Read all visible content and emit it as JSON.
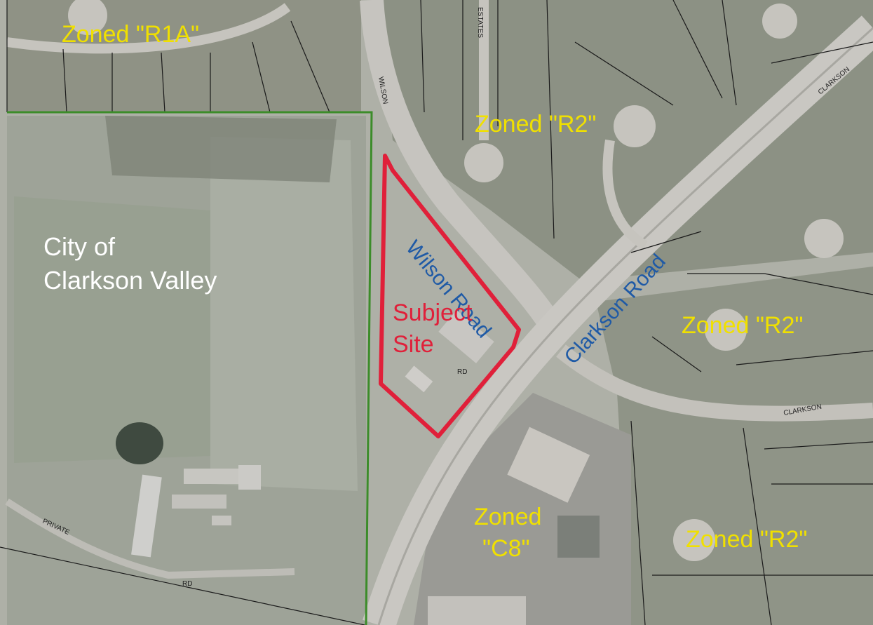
{
  "colors": {
    "zone_label": "#f0e000",
    "city_label": "#ffffff",
    "road_label": "#1f5aa6",
    "subject_outline": "#e0203a",
    "subject_label": "#e0203a",
    "city_limit_line": "#3c8c2a",
    "parcel_line": "#1a1a1a"
  },
  "labels": {
    "zone_r1a": "Zoned \"R1A\"",
    "zone_r2_top": "Zoned \"R2\"",
    "zone_r2_right": "Zoned \"R2\"",
    "zone_r2_bottom": "Zoned \"R2\"",
    "zone_c8_line1": "Zoned",
    "zone_c8_line2": "\"C8\"",
    "city_line1": "City of",
    "city_line2": "Clarkson Valley",
    "wilson_road": "Wilson Road",
    "clarkson_road": "Clarkson Road",
    "subject_line1": "Subject",
    "subject_line2": "Site"
  },
  "street_text": {
    "wilson_small": "WILSON",
    "estates": "ESTATES",
    "private": "PRIVATE",
    "rd_left": "RD",
    "rd_site": "RD",
    "clarkson_small": "CLARKSON",
    "clarkson_right": "CLARKSON"
  }
}
